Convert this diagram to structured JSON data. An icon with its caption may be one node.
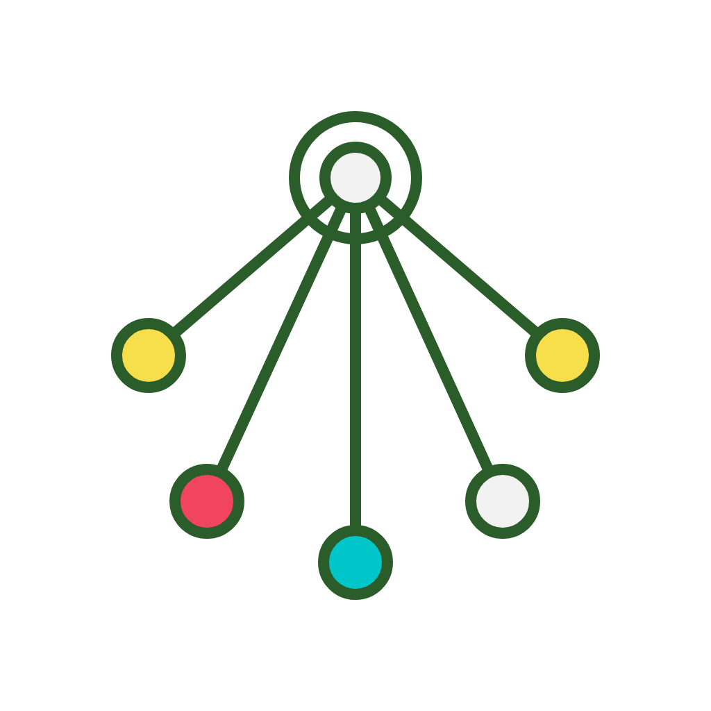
{
  "diagram": {
    "nodes": [
      {
        "text": [],
        "shape": "circle"
      },
      {
        "text": [],
        "shape": "circle"
      },
      {
        "text": [],
        "shape": "circle"
      },
      {
        "text": [],
        "shape": "circle"
      },
      {
        "text": [],
        "shape": "circle"
      },
      {
        "text": [],
        "shape": "circle"
      }
    ],
    "edges": [
      {
        "from": 0,
        "to": 1,
        "arrow": "none"
      },
      {
        "from": 0,
        "to": 2,
        "arrow": "none"
      },
      {
        "from": 0,
        "to": 3,
        "arrow": "none"
      },
      {
        "from": 0,
        "to": 4,
        "arrow": "none"
      },
      {
        "from": 0,
        "to": 5,
        "arrow": "none"
      }
    ]
  }
}
